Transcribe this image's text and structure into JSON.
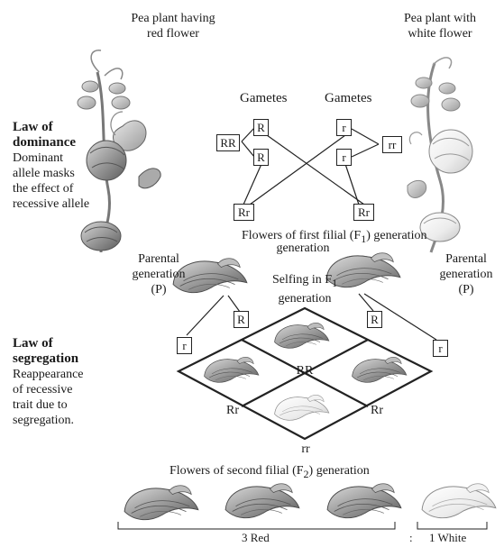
{
  "plants": {
    "red_caption": [
      "Pea plant having",
      "red flower"
    ],
    "white_caption": [
      "Pea plant with",
      "white flower"
    ]
  },
  "gametes": {
    "left_label": "Gametes",
    "right_label": "Gametes"
  },
  "boxes": {
    "parent_red": "RR",
    "parent_white": "rr",
    "gamete_R_top": "R",
    "gamete_R_mid": "R",
    "gamete_r_top": "r",
    "gamete_r_mid": "r",
    "f1_left": "Rr",
    "f1_right": "Rr",
    "cross_r_left": "r",
    "cross_R_left": "R",
    "cross_R_right": "R",
    "cross_r_right": "r"
  },
  "laws": {
    "dominance": {
      "title": [
        "Law of",
        "dominance"
      ],
      "body": [
        "Dominant",
        "allele masks",
        "the effect of",
        "recessive allele"
      ]
    },
    "segregation": {
      "title": [
        "Law of",
        "segregation"
      ],
      "body": [
        "Reappearance",
        "of recessive",
        "trait due to",
        "segregation."
      ]
    }
  },
  "f1": {
    "caption": "Flowers of first filial (F",
    "sub": "1",
    "caption_end": ") generation"
  },
  "selfing": {
    "text": "Selfing in F",
    "sub": "1",
    "line2": "generation"
  },
  "parental_left": [
    "Parental",
    "generation",
    "(P)"
  ],
  "parental_right": [
    "Parental",
    "generation",
    "(P)"
  ],
  "punnett": {
    "top": "RR",
    "left": "Rr",
    "right": "Rr",
    "bottom": "rr"
  },
  "f2": {
    "caption": "Flowers of second filial (F",
    "sub": "2",
    "caption_end": ") generation"
  },
  "ratio": {
    "red": "3 Red",
    "sep": ":",
    "white": "1 White"
  },
  "colors": {
    "red_flower": "#8a8a8a",
    "white_flower": "#e4e4e4",
    "line": "#222222"
  }
}
